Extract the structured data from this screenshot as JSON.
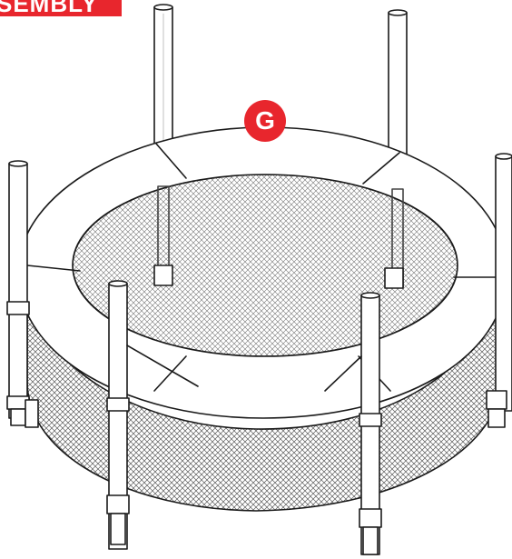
{
  "header": {
    "banner_text": "SEMBLY"
  },
  "diagram": {
    "callout_label": "G",
    "accent_color": "#e8262d",
    "line_color": "#1a1a1a",
    "subject": "trampoline-with-enclosure-poles"
  }
}
